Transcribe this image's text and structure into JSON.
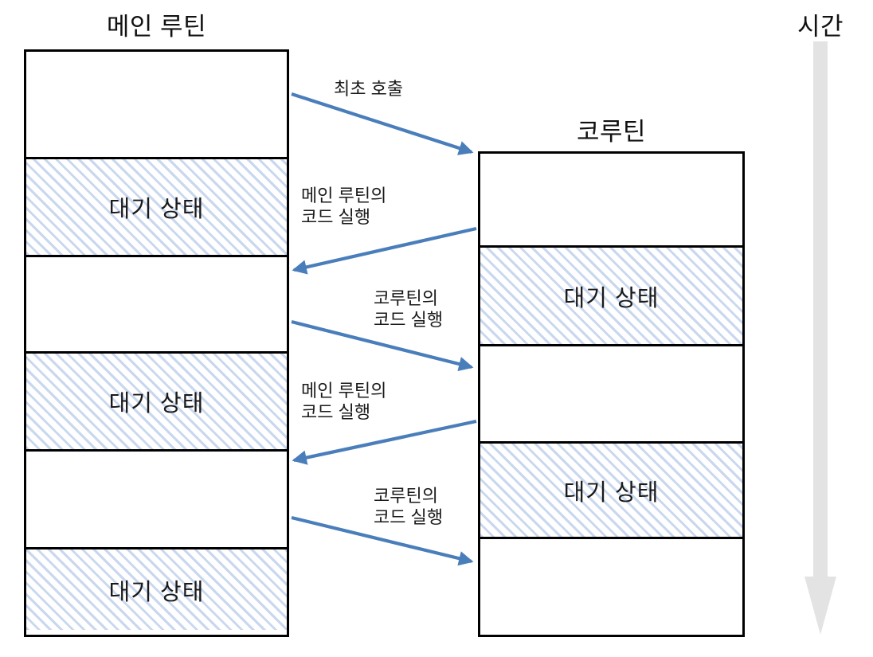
{
  "diagram": {
    "title_main": "메인 루틴",
    "title_coroutine": "코루틴",
    "title_time": "시간",
    "waiting_label": "대기 상태",
    "accent_arrow_color": "#4a7ebb",
    "hatch_color": "#c9d7ef",
    "border_color": "#000000",
    "time_arrow_color": "#e2e2e2"
  },
  "main_routine": {
    "name": "메인 루틴",
    "segments": [
      {
        "state": "running",
        "label": ""
      },
      {
        "state": "waiting",
        "label": "대기 상태"
      },
      {
        "state": "running",
        "label": ""
      },
      {
        "state": "waiting",
        "label": "대기 상태"
      },
      {
        "state": "running",
        "label": ""
      },
      {
        "state": "waiting",
        "label": "대기 상태"
      }
    ]
  },
  "coroutine": {
    "name": "코루틴",
    "segments": [
      {
        "state": "running",
        "label": ""
      },
      {
        "state": "waiting",
        "label": "대기 상태"
      },
      {
        "state": "running",
        "label": ""
      },
      {
        "state": "waiting",
        "label": "대기 상태"
      },
      {
        "state": "running",
        "label": ""
      }
    ]
  },
  "arrows": [
    {
      "id": "a1",
      "label": "최초 호출",
      "direction": "main-to-coroutine"
    },
    {
      "id": "a2",
      "label": "메인 루틴의\n코드 실행",
      "direction": "coroutine-to-main"
    },
    {
      "id": "a3",
      "label": "코루틴의\n코드 실행",
      "direction": "main-to-coroutine"
    },
    {
      "id": "a4",
      "label": "메인 루틴의\n코드 실행",
      "direction": "coroutine-to-main"
    },
    {
      "id": "a5",
      "label": "코루틴의\n코드 실행",
      "direction": "main-to-coroutine"
    }
  ]
}
